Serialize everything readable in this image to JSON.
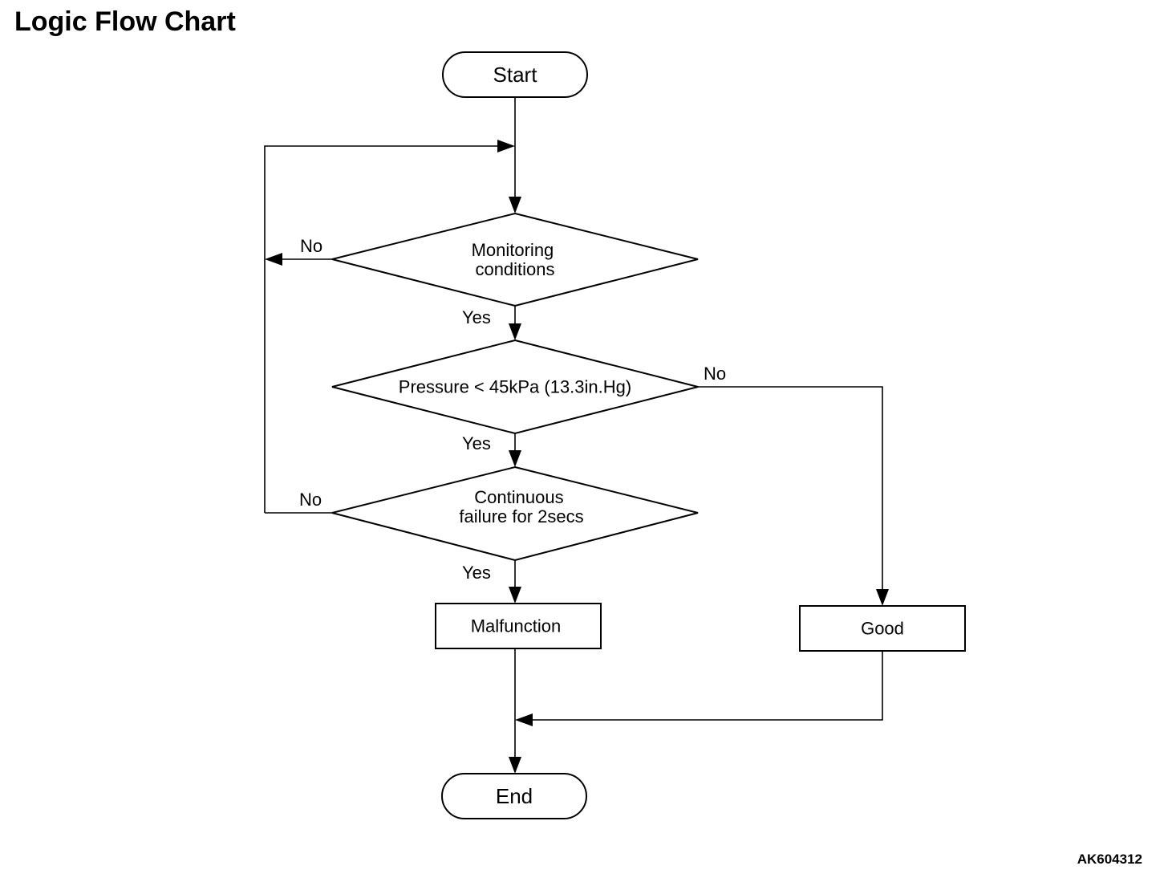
{
  "title": "Logic Flow Chart",
  "figure_id": "AK604312",
  "nodes": {
    "start": "Start",
    "monitoring": [
      "Monitoring",
      "conditions"
    ],
    "pressure": [
      "Pressure < 45kPa (13.3in.Hg)"
    ],
    "continuous": [
      "Continuous",
      "failure for 2secs"
    ],
    "malfunction": "Malfunction",
    "good": "Good",
    "end": "End"
  },
  "edge_labels": {
    "monitoring_no": "No",
    "monitoring_yes": "Yes",
    "pressure_no": "No",
    "pressure_yes": "Yes",
    "continuous_no": "No",
    "continuous_yes": "Yes"
  }
}
